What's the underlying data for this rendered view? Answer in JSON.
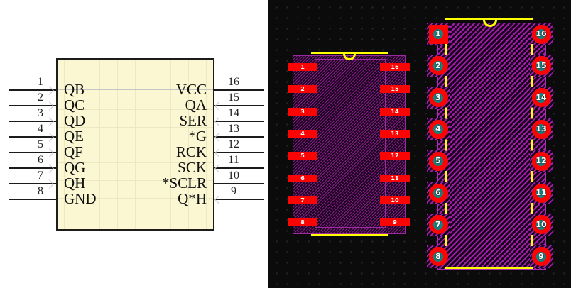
{
  "schematic": {
    "left_pins": [
      {
        "number": "1",
        "label": "QB",
        "chevron": true
      },
      {
        "number": "2",
        "label": "QC",
        "chevron": true
      },
      {
        "number": "3",
        "label": "QD",
        "chevron": true
      },
      {
        "number": "4",
        "label": "QE",
        "chevron": true
      },
      {
        "number": "5",
        "label": "QF",
        "chevron": true
      },
      {
        "number": "6",
        "label": "QG",
        "chevron": true
      },
      {
        "number": "7",
        "label": "QH",
        "chevron": true
      },
      {
        "number": "8",
        "label": "GND",
        "chevron": false
      }
    ],
    "right_pins": [
      {
        "number": "16",
        "label": "VCC",
        "chevron": false
      },
      {
        "number": "15",
        "label": "QA",
        "chevron": true
      },
      {
        "number": "14",
        "label": "SER",
        "chevron": true
      },
      {
        "number": "13",
        "label": "*G",
        "chevron": true
      },
      {
        "number": "12",
        "label": "RCK",
        "chevron": true
      },
      {
        "number": "11",
        "label": "SCK",
        "chevron": true
      },
      {
        "number": "10",
        "label": "*SCLR",
        "chevron": false
      },
      {
        "number": "9",
        "label": "Q*H",
        "chevron": true
      }
    ]
  },
  "pcb": {
    "smd_footprint": {
      "left_pads": [
        {
          "number": "1"
        },
        {
          "number": "2"
        },
        {
          "number": "3"
        },
        {
          "number": "4"
        },
        {
          "number": "5"
        },
        {
          "number": "6"
        },
        {
          "number": "7"
        },
        {
          "number": "8"
        }
      ],
      "right_pads": [
        {
          "number": "16"
        },
        {
          "number": "15"
        },
        {
          "number": "14"
        },
        {
          "number": "13"
        },
        {
          "number": "12"
        },
        {
          "number": "11"
        },
        {
          "number": "10"
        },
        {
          "number": "9"
        }
      ]
    },
    "dip_footprint": {
      "left_pads": [
        {
          "number": "1",
          "square": true
        },
        {
          "number": "2"
        },
        {
          "number": "3"
        },
        {
          "number": "4"
        },
        {
          "number": "5"
        },
        {
          "number": "6"
        },
        {
          "number": "7"
        },
        {
          "number": "8"
        }
      ],
      "right_pads": [
        {
          "number": "16"
        },
        {
          "number": "15"
        },
        {
          "number": "14"
        },
        {
          "number": "13"
        },
        {
          "number": "12"
        },
        {
          "number": "11"
        },
        {
          "number": "10"
        },
        {
          "number": "9"
        }
      ]
    }
  },
  "colors": {
    "pad_red": "#fb0404",
    "silk_yellow": "#ffff00",
    "outline_purple": "#a92dac",
    "drill_teal": "#15837f",
    "symbol_fill": "#faf7d2",
    "pcb_background": "#0b0b0b"
  }
}
